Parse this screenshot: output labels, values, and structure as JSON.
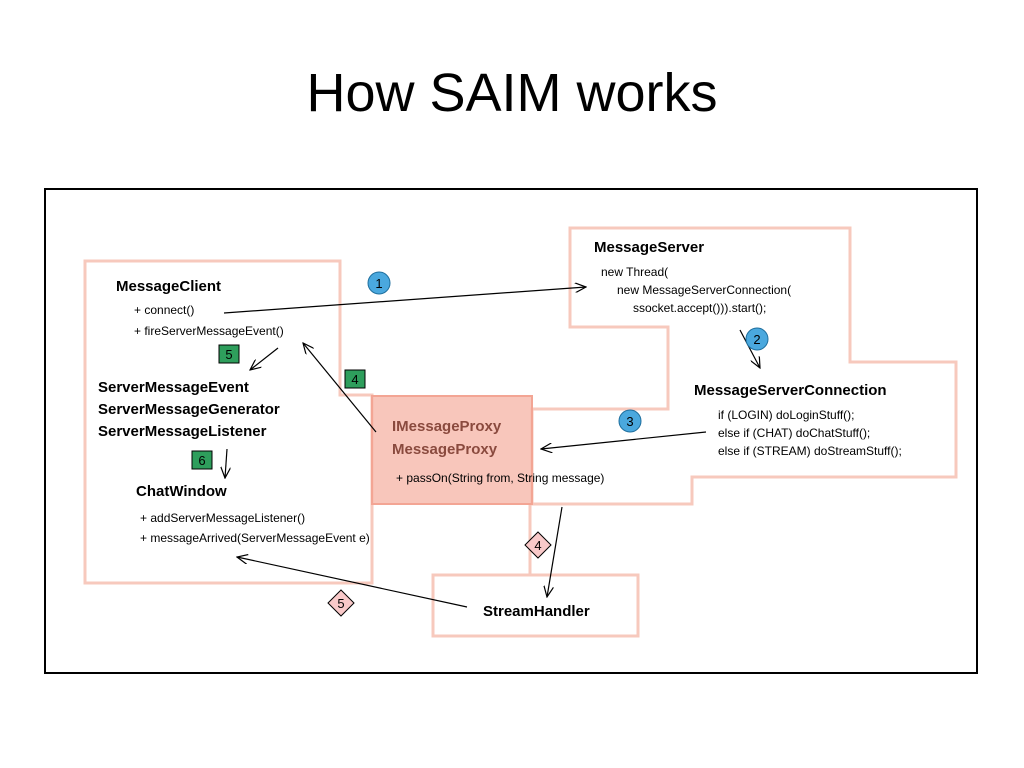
{
  "title": "How SAIM works",
  "client": {
    "name": "MessageClient",
    "methods": [
      "+ connect()",
      "+ fireServerMessageEvent()"
    ]
  },
  "server": {
    "name": "MessageServer",
    "code": [
      "new Thread(",
      "new MessageServerConnection(",
      "ssocket.accept())).start();"
    ]
  },
  "events": [
    "ServerMessageEvent",
    "ServerMessageGenerator",
    "ServerMessageListener"
  ],
  "chat": {
    "name": "ChatWindow",
    "methods": [
      "+ addServerMessageListener()",
      "+ messageArrived(ServerMessageEvent e)"
    ]
  },
  "connection": {
    "name": "MessageServerConnection",
    "code": [
      "if (LOGIN) doLoginStuff();",
      "else if (CHAT) doChatStuff();",
      "else if (STREAM) doStreamStuff();"
    ]
  },
  "proxy": {
    "names": [
      "IMessageProxy",
      "MessageProxy"
    ],
    "method": "+ passOn(String from, String message)"
  },
  "stream": {
    "name": "StreamHandler"
  },
  "steps": {
    "circle_1": "1",
    "circle_2": "2",
    "circle_3": "3",
    "square_4": "4",
    "square_5": "5",
    "square_6": "6",
    "diamond_4": "4",
    "diamond_5": "5"
  },
  "colors": {
    "region_outline": "#f7c9bd",
    "proxy_fill": "#f6b8aa",
    "circle_fill": "#4aa8de",
    "square_fill": "#2e9e5c",
    "diamond_fill": "#f9c9c9"
  }
}
